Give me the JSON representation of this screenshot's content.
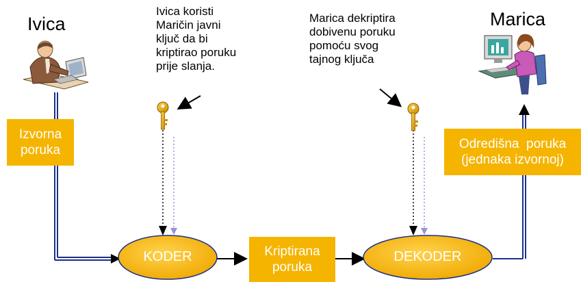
{
  "sender": {
    "name": "Ivica"
  },
  "receiver": {
    "name": "Marica"
  },
  "note_encrypt": "Ivica koristi\nMaričin javni\nključ da bi\nkriptirao poruku\nprije slanja.",
  "note_decrypt": "Marica dekriptira\ndobivenu poruku\npomoću svog\ntajnog ključa",
  "boxes": {
    "source": "Izvorna\nporuka",
    "encrypted": "Kriptirana\nporuka",
    "destination": "Odredišna  poruka\n(jednaka izvornoj)"
  },
  "encoder": "KODER",
  "decoder": "DEKODER",
  "colors": {
    "box": "#f5b400",
    "oval": "#f5b400",
    "oval_edge": "#1a2f8a",
    "key": "#e8a400",
    "line": "#1a2f8a"
  }
}
